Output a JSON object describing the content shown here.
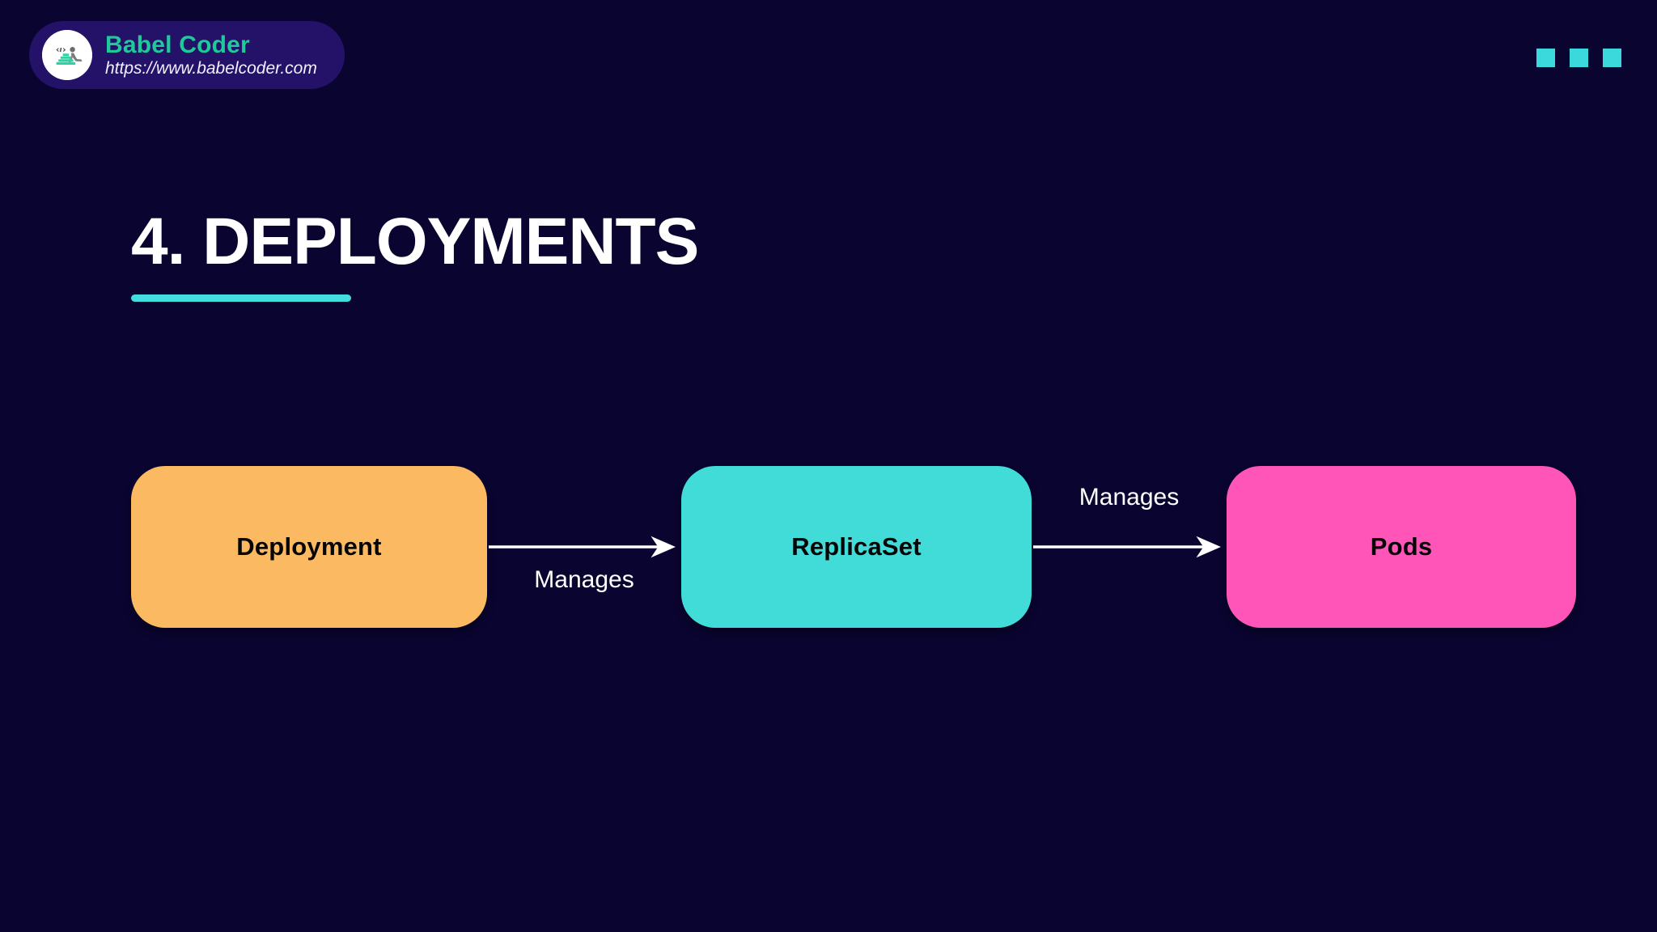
{
  "brand": {
    "name": "Babel Coder",
    "url": "https://www.babelcoder.com",
    "logo_icon": "babel-coder-pyramid-logo",
    "badge_color": "#231268",
    "name_color": "#1fc99a",
    "url_color": "#f2f0ff"
  },
  "decor": {
    "squares": [
      "square-1",
      "square-2",
      "square-3"
    ],
    "color": "#3bd9dc"
  },
  "title": {
    "text": "4. DEPLOYMENTS",
    "color": "#ffffff",
    "underline_color": "#43dde0"
  },
  "theme": {
    "background": "#0a0430",
    "arrow_color": "#ffffff",
    "node_text_color": "#060606"
  },
  "diagram": {
    "type": "flow",
    "nodes": [
      {
        "id": "deployment",
        "label": "Deployment",
        "color": "#fbba62"
      },
      {
        "id": "replicaset",
        "label": "ReplicaSet",
        "color": "#41dbd8"
      },
      {
        "id": "pods",
        "label": "Pods",
        "color": "#ff55b8"
      }
    ],
    "edges": [
      {
        "from": "deployment",
        "to": "replicaset",
        "label": "Manages",
        "label_position": "below"
      },
      {
        "from": "replicaset",
        "to": "pods",
        "label": "Manages",
        "label_position": "above"
      }
    ]
  }
}
